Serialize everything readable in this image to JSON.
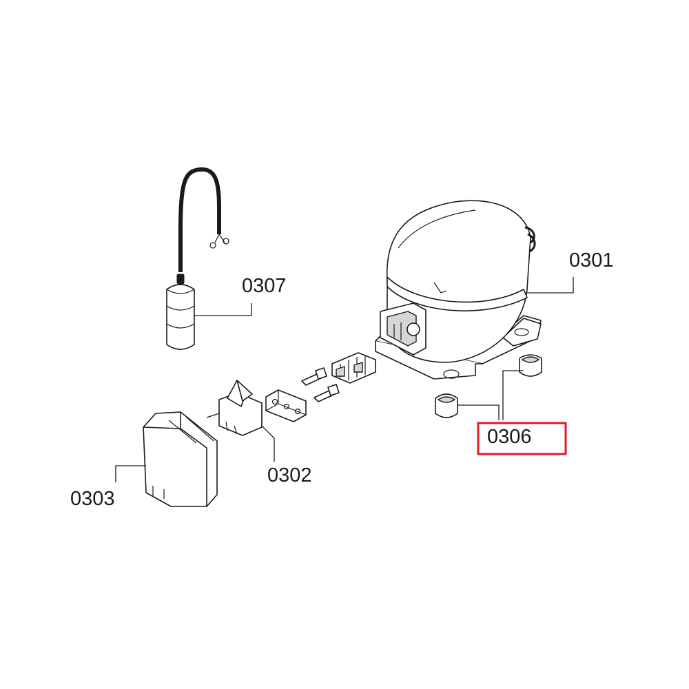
{
  "diagram": {
    "part_labels": {
      "compressor": "0301",
      "relay": "0302",
      "relay_cover": "0303",
      "grommets": "0306",
      "capacitor": "0307"
    },
    "highlight": {
      "target": "grommets",
      "color": "#e01b24"
    }
  }
}
